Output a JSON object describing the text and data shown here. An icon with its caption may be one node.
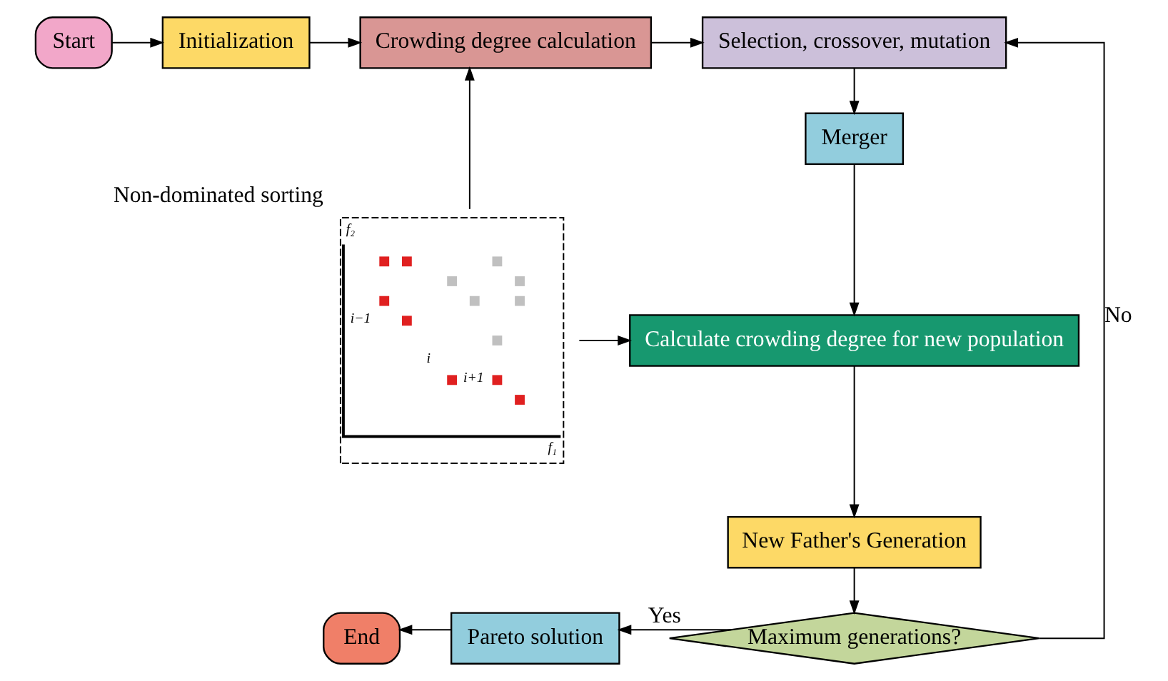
{
  "diagram": {
    "nodes": [
      {
        "text": [
          "Start"
        ]
      },
      {
        "text": [
          "Initialization"
        ]
      },
      {
        "text": [
          "Crowding degree calculation"
        ]
      },
      {
        "text": [
          "Selection, crossover, mutation"
        ]
      },
      {
        "text": [
          "Merger"
        ]
      },
      {
        "text": [],
        "shape": "picture",
        "beside": [
          "Non-dominated sorting"
        ]
      },
      {
        "text": [
          "Calculate crowding degree for new population"
        ]
      },
      {
        "text": [
          "New Father's Generation"
        ]
      },
      {
        "text": [
          "Maximum generations?"
        ]
      },
      {
        "text": [
          "Pareto solution"
        ]
      },
      {
        "text": [
          "End"
        ]
      }
    ],
    "edges": [
      {
        "from": 0,
        "to": 1,
        "arrow": "to"
      },
      {
        "from": 1,
        "to": 2,
        "arrow": "to"
      },
      {
        "from": 2,
        "to": 3,
        "arrow": "to"
      },
      {
        "from": 5,
        "to": 2,
        "arrow": "to"
      },
      {
        "from": 3,
        "to": 4,
        "arrow": "to"
      },
      {
        "from": 4,
        "to": 6,
        "arrow": "to"
      },
      {
        "from": 5,
        "to": 6,
        "arrow": "to"
      },
      {
        "from": 6,
        "to": 7,
        "arrow": "to"
      },
      {
        "from": 7,
        "to": 8,
        "arrow": "to"
      },
      {
        "from": 8,
        "to": 9,
        "label": "Yes",
        "arrow": "to"
      },
      {
        "from": 9,
        "to": 10,
        "arrow": "to"
      },
      {
        "from": 8,
        "to": 3,
        "label": "No",
        "arrow": "to"
      }
    ],
    "labels": [
      "f₂",
      "i−1",
      "i",
      "i+1",
      "f₁"
    ]
  }
}
